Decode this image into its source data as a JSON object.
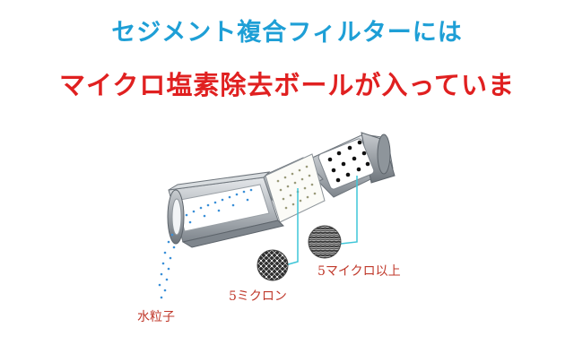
{
  "headline": {
    "line1": "セジメント複合フィルターには",
    "line2": "マイクロ塩素除去ボールが入っていま"
  },
  "labels": {
    "water_particles": "水粒子",
    "five_micron": "5ミクロン",
    "five_micron_and_up": "5マイクロ以上"
  },
  "colors": {
    "headline_line1": "#1e9fd6",
    "headline_line2": "#e02020",
    "label": "#c0392b",
    "callout_line": "#3fc6d8",
    "water_dots": "#3a8fd8",
    "filter_gray": "#a9aeb3"
  }
}
